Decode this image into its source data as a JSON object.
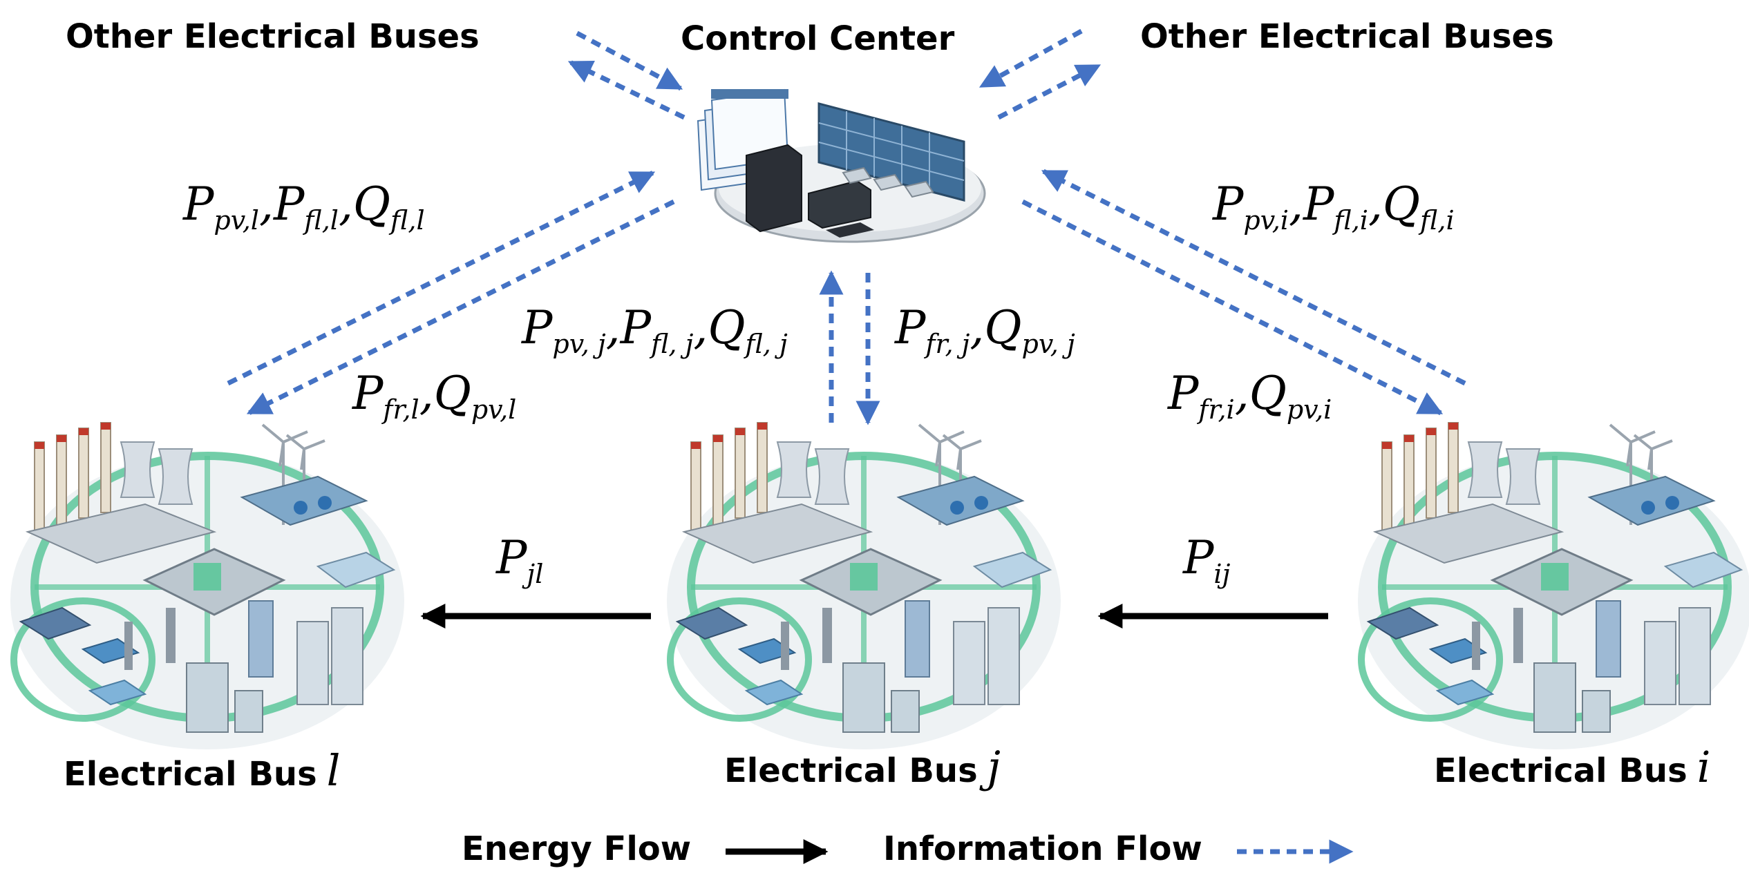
{
  "labels": {
    "control_center": "Control Center",
    "other_buses_left": "Other Electrical Buses",
    "other_buses_right": "Other Electrical Buses",
    "bus_l": "Electrical Bus",
    "bus_l_var": "l",
    "bus_j": "Electrical Bus",
    "bus_j_var": "j",
    "bus_i": "Electrical Bus",
    "bus_i_var": "i"
  },
  "legend": {
    "energy_flow": "Energy Flow",
    "information_flow": "Information Flow"
  },
  "math": {
    "up_l": {
      "P": "P",
      "pv_l": "pv,l",
      "comma": ",",
      "fl_l": "fl,l",
      "Q": "Q",
      "qfl_l": "fl,l"
    },
    "down_l": {
      "P": "P",
      "fr_l": "fr,l",
      "comma": ",",
      "Q": "Q",
      "pv_l": "pv,l"
    },
    "up_j": {
      "P": "P",
      "pv_j": "pv, j",
      "comma": ",",
      "fl_j": "fl, j",
      "Q": "Q",
      "qfl_j": "fl, j"
    },
    "down_j": {
      "P": "P",
      "fr_j": "fr, j",
      "comma": ",",
      "Q": "Q",
      "pv_j": "pv, j"
    },
    "up_i": {
      "P": "P",
      "pv_i": "pv,i",
      "comma": ",",
      "fl_i": "fl,i",
      "Q": "Q",
      "qfl_i": "fl,i"
    },
    "down_i": {
      "P": "P",
      "fr_i": "fr,i",
      "comma": ",",
      "Q": "Q",
      "pv_i": "pv,i"
    },
    "p_jl": {
      "P": "P",
      "sub": "jl"
    },
    "p_ij": {
      "P": "P",
      "sub": "ij"
    }
  },
  "colors": {
    "info_arrow": "#4472C4",
    "energy_arrow": "#000000",
    "ring": "#5CC79A",
    "platform": "#D9DEE3"
  },
  "icons": {
    "control_center": "control-center-illustration",
    "bus": "smart-grid-city-illustration"
  }
}
